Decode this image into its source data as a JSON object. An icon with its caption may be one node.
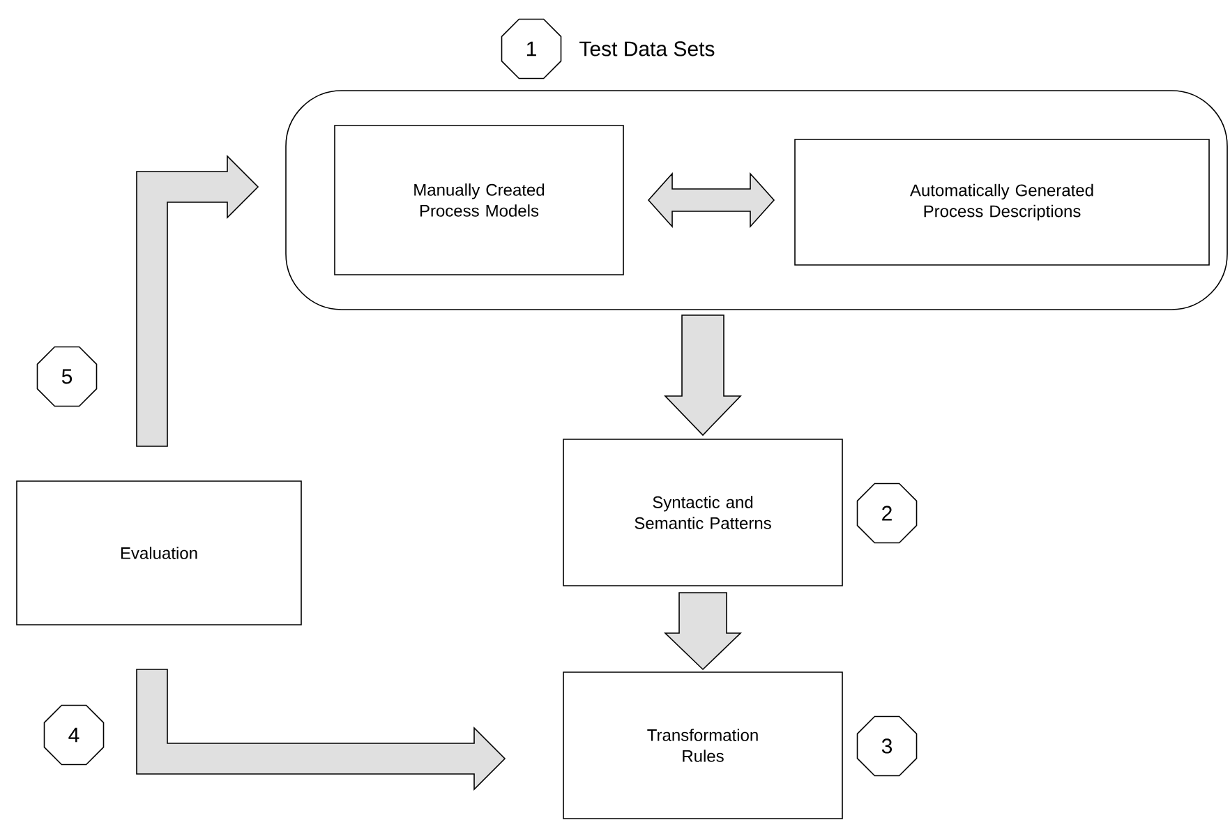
{
  "diagram": {
    "nodes": [
      {
        "text": [
          "Test Data Sets"
        ]
      },
      {
        "text": [
          "Manually Created Process Models"
        ],
        "in": 0
      },
      {
        "text": [
          "Automatically Generated Process Descriptions"
        ],
        "in": 0
      },
      {
        "text": [
          "Syntactic and Semantic Patterns"
        ]
      },
      {
        "text": [
          "Transformation Rules"
        ]
      },
      {
        "text": [
          "Evaluation"
        ]
      },
      {
        "text": [
          "1"
        ]
      },
      {
        "text": [
          "2"
        ]
      },
      {
        "text": [
          "3"
        ]
      },
      {
        "text": [
          "4"
        ]
      },
      {
        "text": [
          "5"
        ]
      }
    ],
    "edges": [
      {
        "from": 1,
        "to": 2,
        "arrow": "both"
      },
      {
        "from": 0,
        "to": 3,
        "arrow": "to"
      },
      {
        "from": 3,
        "to": 4,
        "arrow": "to"
      },
      {
        "from": 5,
        "to": 4,
        "arrow": "to"
      },
      {
        "from": 5,
        "to": 0,
        "arrow": "to"
      }
    ]
  }
}
